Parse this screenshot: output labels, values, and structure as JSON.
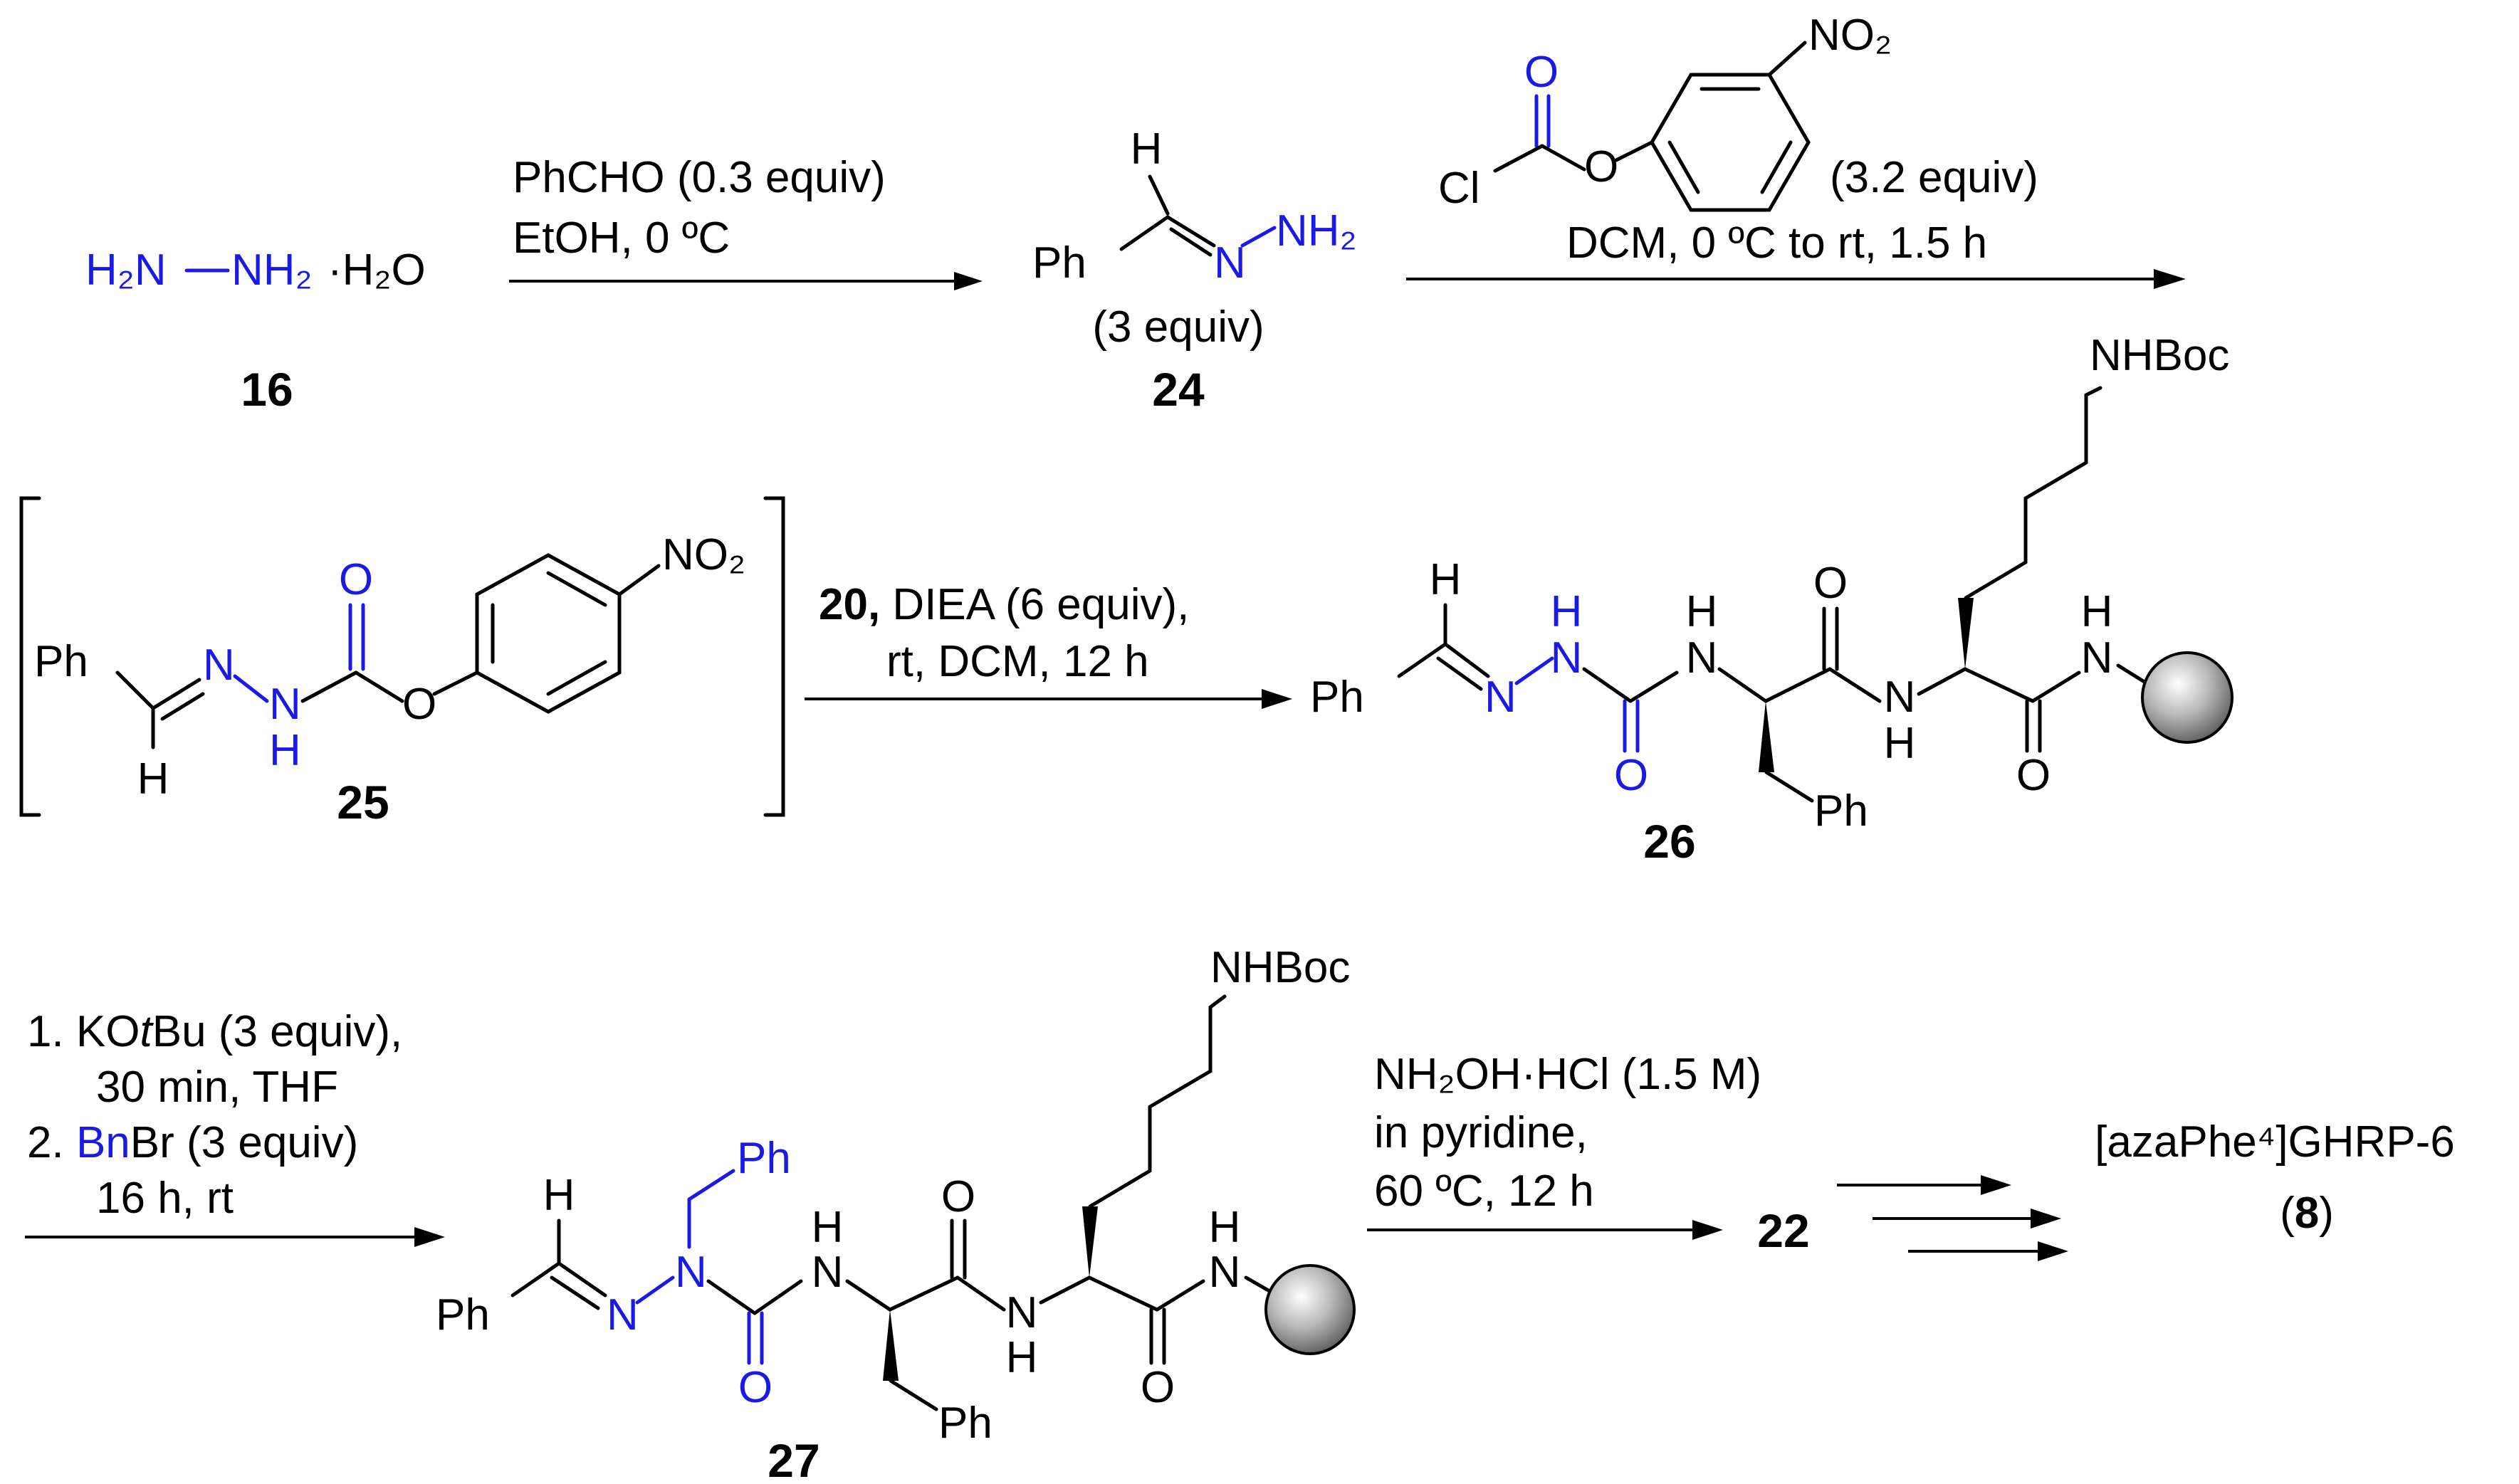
{
  "compounds": {
    "c16": "16",
    "c24": "24",
    "c25": "25",
    "c26": "26",
    "c27": "27",
    "c22": "22",
    "c8_label": "[azaPhe⁴]GHRP-6",
    "c8_num_open": "(",
    "c8_num": "8",
    "c8_num_close": ")"
  },
  "hydrazine": {
    "h2n": "H₂N",
    "dash": "—",
    "nh2": "NH₂",
    "hydrate": "·H₂O"
  },
  "step1": {
    "line1": "PhCHO (0.3 equiv)",
    "line2": "EtOH, 0 ºC"
  },
  "step2": {
    "reagent_equiv": "(3.2 equiv)",
    "line2": "DCM, 0 ºC to rt, 1.5 h"
  },
  "step3": {
    "bold": "20,",
    "line1_rest": " DIEA (6 equiv),",
    "line2": "rt, DCM, 12 h"
  },
  "step4": {
    "line1": "1. KOtBu (3 equiv),",
    "line1_pre": "1. KO",
    "line1_ital": "t",
    "line1_post": "Bu (3 equiv),",
    "line2": "30 min, THF",
    "line3_pre": "2. ",
    "line3_blue": "Bn",
    "line3_post": "Br (3 equiv)",
    "line4": "16 h, rt"
  },
  "step5": {
    "line1": "NH₂OH·HCl (1.5 M)",
    "line2": "in pyridine,",
    "line3": "60 ºC, 12 h"
  },
  "atoms": {
    "H": "H",
    "Ph": "Ph",
    "N": "N",
    "NH2": "NH₂",
    "NH": "NH",
    "O": "O",
    "Cl": "Cl",
    "NO2": "NO₂",
    "NHBoc": "NHBoc",
    "equiv3": "(3 equiv)"
  }
}
